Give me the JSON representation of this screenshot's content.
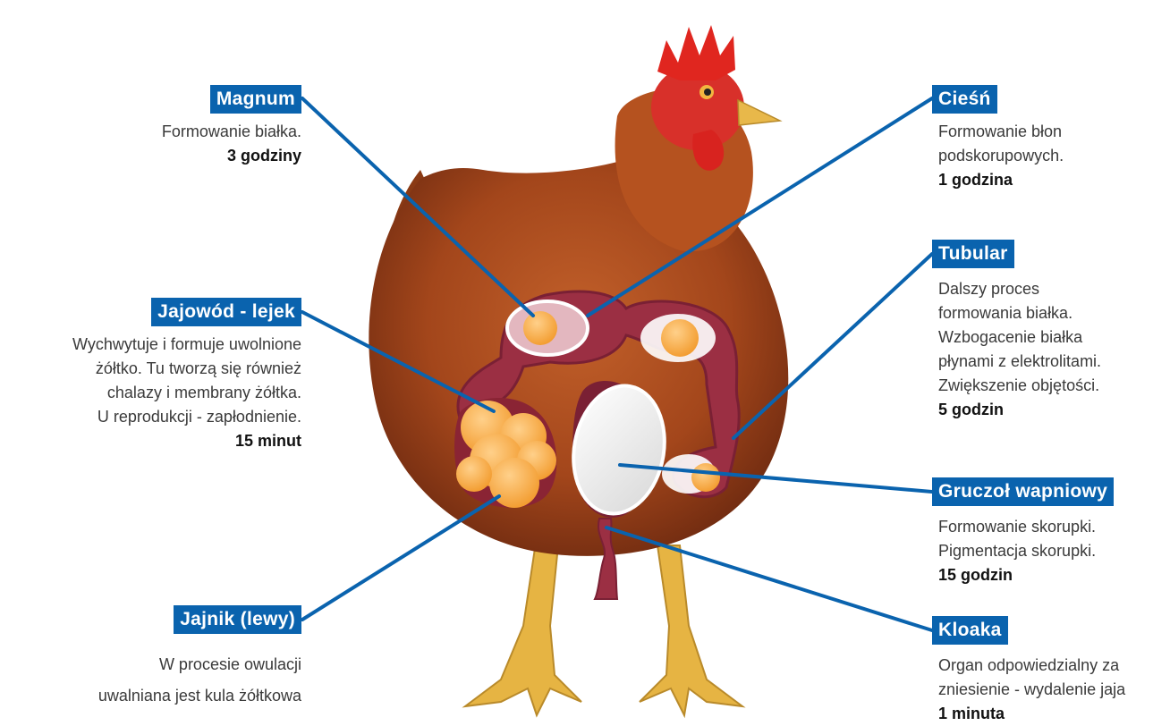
{
  "labels": {
    "magnum": {
      "title": "Magnum",
      "lines": [
        "Formowanie białka."
      ],
      "duration": "3 godziny"
    },
    "jajowod": {
      "title": "Jajowód - lejek",
      "lines": [
        "Wychwytuje i formuje uwolnione",
        "żółtko. Tu tworzą się również",
        "chalazy i membrany żółtka.",
        "U reprodukcji - zapłodnienie."
      ],
      "duration": "15 minut"
    },
    "jajnik": {
      "title": "Jajnik (lewy)",
      "lines": [
        "W procesie owulacji",
        "uwalniana jest kula żółtkowa"
      ],
      "duration": ""
    },
    "ciesn": {
      "title": "Cieśń",
      "lines": [
        "Formowanie błon",
        "podskorupowych."
      ],
      "duration": "1 godzina"
    },
    "tubular": {
      "title": "Tubular",
      "lines": [
        "Dalszy proces",
        "formowania białka.",
        "Wzbogacenie białka",
        "płynami z elektrolitami.",
        "Zwiększenie objętości."
      ],
      "duration": "5 godzin"
    },
    "gruczol": {
      "title": "Gruczoł wapniowy",
      "lines": [
        "Formowanie skorupki.",
        "Pigmentacja skorupki."
      ],
      "duration": "15 godzin"
    },
    "kloaka": {
      "title": "Kloaka",
      "lines": [
        "Organ odpowiedzialny za",
        "zniesienie - wydalenie jaja"
      ],
      "duration": "1 minuta"
    }
  },
  "colors": {
    "tag_background": "#0a63ae",
    "leader_line": "#0a63ae",
    "oviduct": "#9b2f43",
    "yolk": "#f7a93c",
    "feathers": "#a84a1c",
    "comb": "#d8231f",
    "legs": "#e8b84a"
  },
  "icons": [
    "hen-illustration",
    "oviduct-diagram",
    "egg-shape",
    "yolk-cluster"
  ]
}
